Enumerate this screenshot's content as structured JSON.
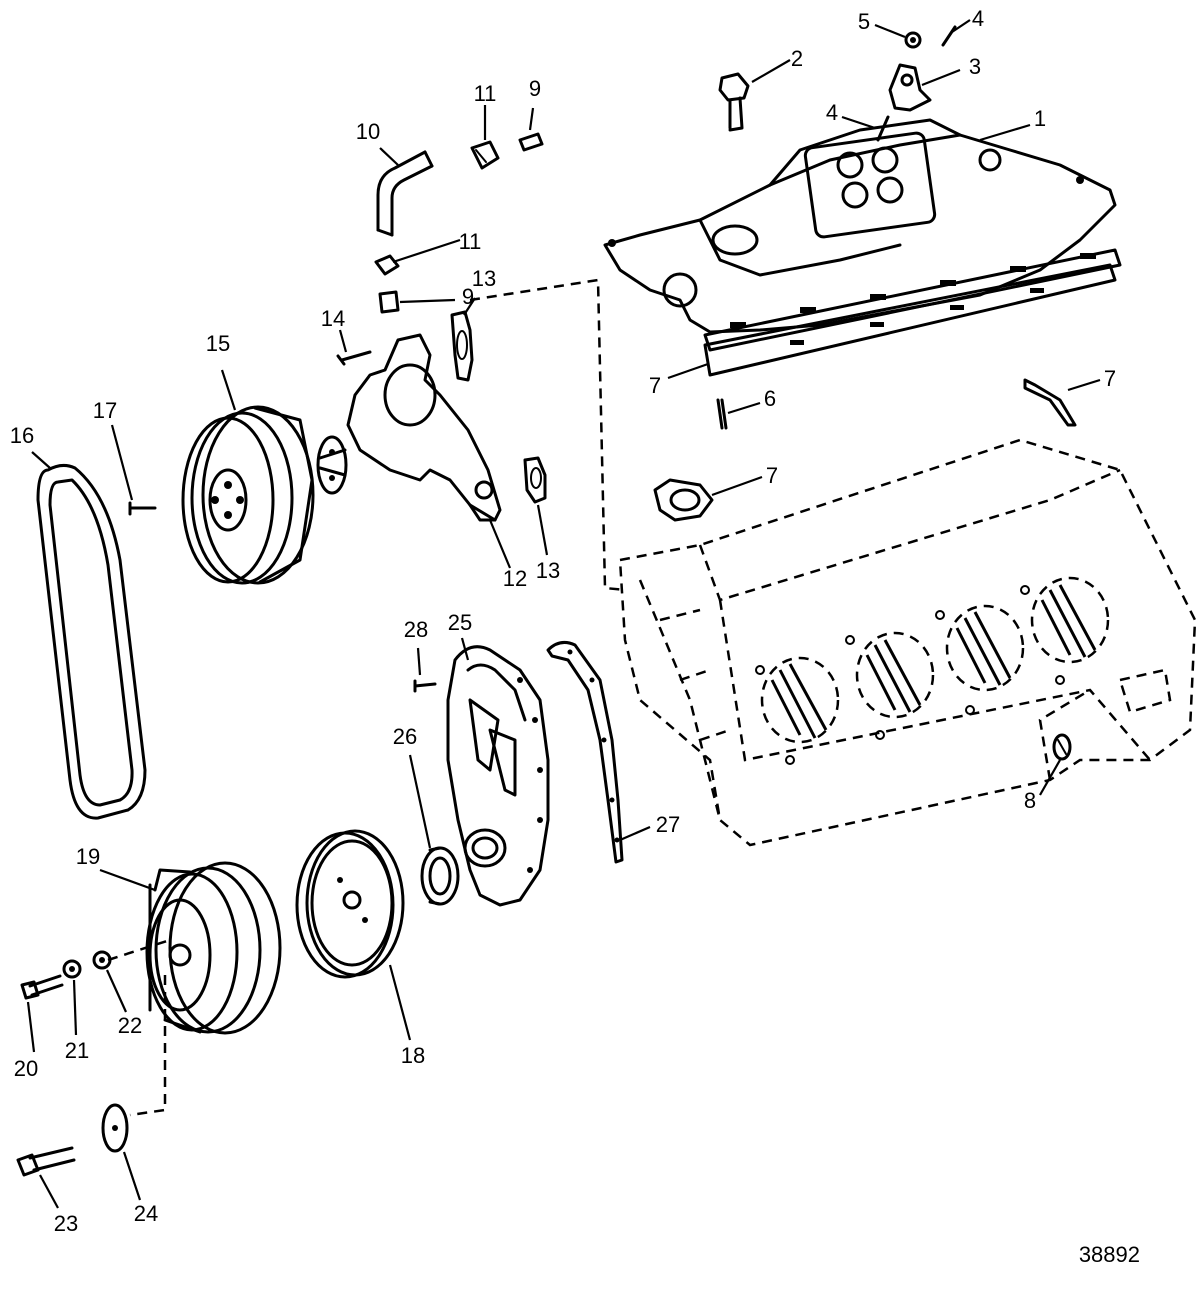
{
  "figure_number": "38892",
  "callouts": [
    "1",
    "2",
    "3",
    "4",
    "4",
    "5",
    "6",
    "7",
    "7",
    "7",
    "8",
    "9",
    "9",
    "10",
    "11",
    "11",
    "12",
    "13",
    "13",
    "14",
    "15",
    "16",
    "17",
    "18",
    "19",
    "20",
    "21",
    "22",
    "23",
    "24",
    "25",
    "26",
    "27",
    "28"
  ]
}
